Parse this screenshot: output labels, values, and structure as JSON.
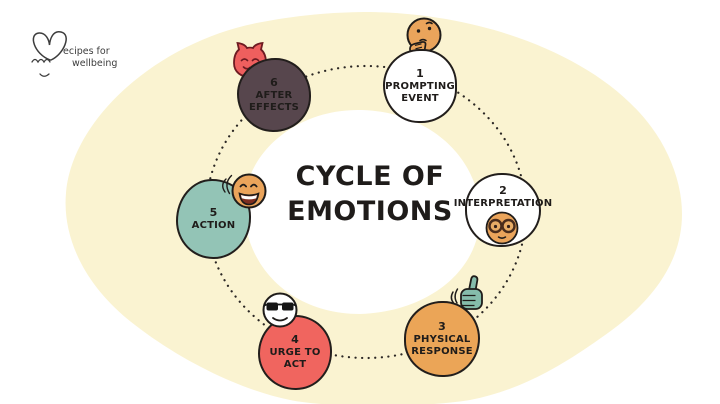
{
  "brand": {
    "line1": "ecipes for",
    "line2": "wellbeing"
  },
  "title": {
    "line1": "CYCLE OF",
    "line2": "EMOTIONS"
  },
  "nodes": [
    {
      "number": "1",
      "lines": [
        "PROMPTING",
        "EVENT"
      ],
      "fill": "#ffffff",
      "emoji": "thinking-face"
    },
    {
      "number": "2",
      "lines": [
        "INTERPRETATION"
      ],
      "fill": "#ffffff",
      "emoji": "nerd-face"
    },
    {
      "number": "3",
      "lines": [
        "PHYSICAL",
        "RESPONSE"
      ],
      "fill": "#eba557",
      "emoji": "thumbs-up"
    },
    {
      "number": "4",
      "lines": [
        "URGE TO",
        "ACT"
      ],
      "fill": "#f0655f",
      "emoji": "sunglasses-face"
    },
    {
      "number": "5",
      "lines": [
        "ACTION"
      ],
      "fill": "#93c4b6",
      "emoji": "laughing-face"
    },
    {
      "number": "6",
      "lines": [
        "AFTER",
        "EFFECTS"
      ],
      "fill": "#57464d",
      "emoji": "devil-face"
    }
  ],
  "colors": {
    "background": "#ffffff",
    "ring_yellow": "#faf3d1",
    "text": "#1f1c1a",
    "node_orange": "#eba557",
    "node_red": "#f0655f",
    "node_teal": "#93c4b6",
    "node_dark": "#57464d",
    "emoji_skin": "#eaa45b",
    "thumb_teal": "#85bcab",
    "devil_red": "#ee5f5e"
  }
}
